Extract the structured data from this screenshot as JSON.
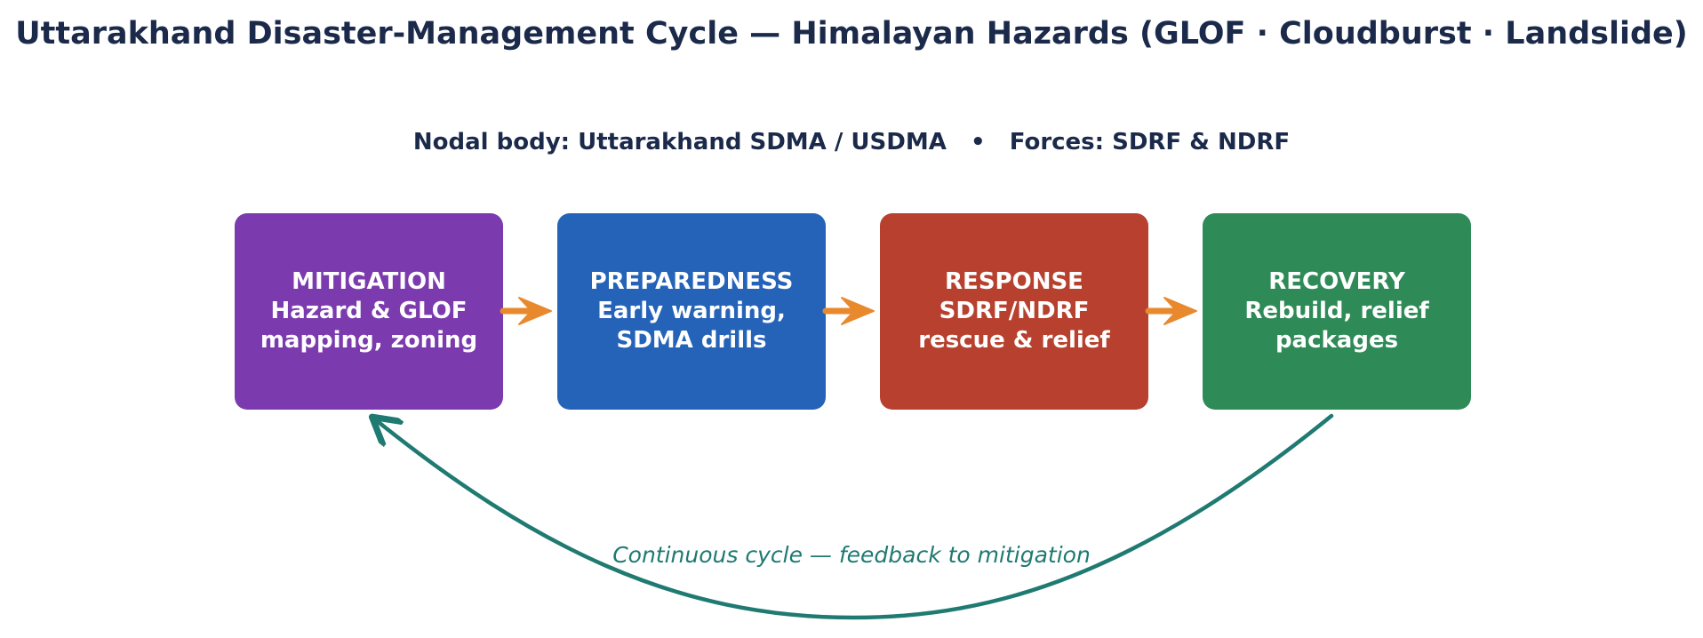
{
  "title": "Uttarakhand Disaster-Management Cycle — Himalayan Hazards (GLOF · Cloudburst · Landslide)",
  "subtitle": "Nodal body: Uttarakhand SDMA / USDMA   •   Forces: SDRF & NDRF",
  "stages": [
    {
      "name": "MITIGATION",
      "lines": [
        "MITIGATION",
        "Hazard & GLOF",
        "mapping, zoning"
      ],
      "color": "#7b3aad"
    },
    {
      "name": "PREPAREDNESS",
      "lines": [
        "PREPAREDNESS",
        "Early warning,",
        "SDMA drills"
      ],
      "color": "#2563b8"
    },
    {
      "name": "RESPONSE",
      "lines": [
        "RESPONSE",
        "SDRF/NDRF",
        "rescue & relief"
      ],
      "color": "#b7412e"
    },
    {
      "name": "RECOVERY",
      "lines": [
        "RECOVERY",
        "Rebuild, relief",
        "packages"
      ],
      "color": "#2e8a57"
    }
  ],
  "cycle_label": "Continuous cycle — feedback to mitigation",
  "colors": {
    "text_dark": "#1b2a4a",
    "flow_arrow": "#e8892e",
    "cycle_arrow": "#1f7a72"
  }
}
